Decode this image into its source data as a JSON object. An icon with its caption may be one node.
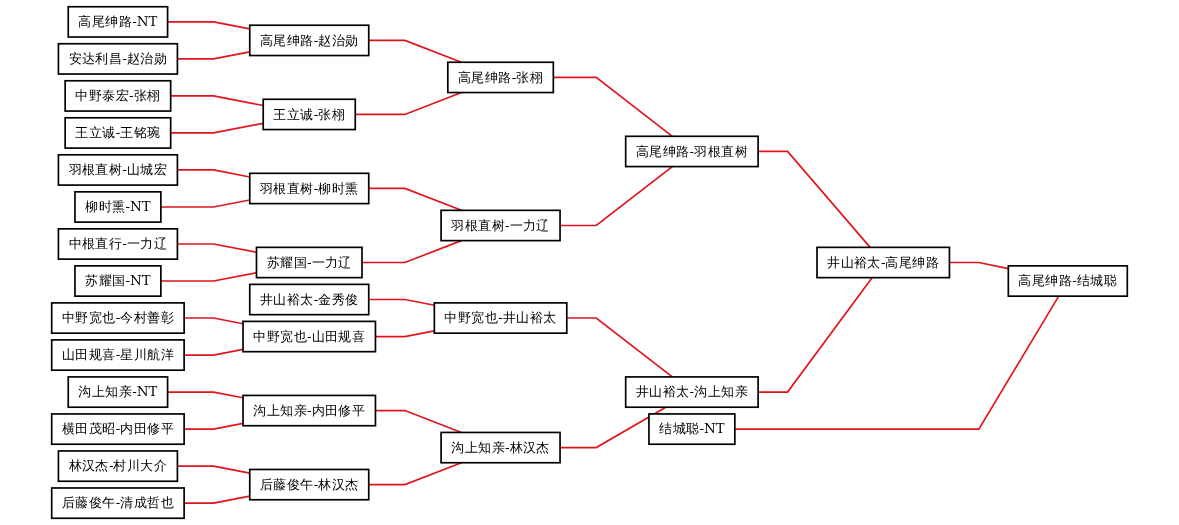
{
  "diagram": {
    "nodes": [
      {
        "text": [
          "高尾绅路-NT"
        ]
      },
      {
        "text": [
          "安达利昌-赵治勋"
        ]
      },
      {
        "text": [
          "中野泰宏-张栩"
        ]
      },
      {
        "text": [
          "王立诚-王铭琬"
        ]
      },
      {
        "text": [
          "羽根直树-山城宏"
        ]
      },
      {
        "text": [
          "柳时熏-NT"
        ]
      },
      {
        "text": [
          "中根直行-一力辽"
        ]
      },
      {
        "text": [
          "苏耀国-NT"
        ]
      },
      {
        "text": [
          "中野宽也-今村善彰"
        ]
      },
      {
        "text": [
          "山田规喜-星川航洋"
        ]
      },
      {
        "text": [
          "沟上知亲-NT"
        ]
      },
      {
        "text": [
          "横田茂昭-内田修平"
        ]
      },
      {
        "text": [
          "林汉杰-村川大介"
        ]
      },
      {
        "text": [
          "后藤俊午-清成哲也"
        ]
      },
      {
        "text": [
          "高尾绅路-赵治勋"
        ]
      },
      {
        "text": [
          "王立诚-张栩"
        ]
      },
      {
        "text": [
          "羽根直树-柳时熏"
        ]
      },
      {
        "text": [
          "苏耀国-一力辽"
        ]
      },
      {
        "text": [
          "井山裕太-金秀俊"
        ]
      },
      {
        "text": [
          "中野宽也-山田规喜"
        ]
      },
      {
        "text": [
          "沟上知亲-内田修平"
        ]
      },
      {
        "text": [
          "后藤俊午-林汉杰"
        ]
      },
      {
        "text": [
          "高尾绅路-张栩"
        ]
      },
      {
        "text": [
          "羽根直树-一力辽"
        ]
      },
      {
        "text": [
          "中野宽也-井山裕太"
        ]
      },
      {
        "text": [
          "沟上知亲-林汉杰"
        ]
      },
      {
        "text": [
          "高尾绅路-羽根直树"
        ]
      },
      {
        "text": [
          "井山裕太-沟上知亲"
        ]
      },
      {
        "text": [
          "井山裕太-高尾绅路"
        ]
      },
      {
        "text": [
          "结城聪-NT"
        ]
      },
      {
        "text": [
          "高尾绅路-结城聪"
        ]
      }
    ],
    "edges": [
      {
        "from": 0,
        "to": 14,
        "arrow": "none"
      },
      {
        "from": 1,
        "to": 14,
        "arrow": "none"
      },
      {
        "from": 2,
        "to": 15,
        "arrow": "none"
      },
      {
        "from": 3,
        "to": 15,
        "arrow": "none"
      },
      {
        "from": 4,
        "to": 16,
        "arrow": "none"
      },
      {
        "from": 5,
        "to": 16,
        "arrow": "none"
      },
      {
        "from": 6,
        "to": 17,
        "arrow": "none"
      },
      {
        "from": 7,
        "to": 17,
        "arrow": "none"
      },
      {
        "from": 8,
        "to": 19,
        "arrow": "none"
      },
      {
        "from": 9,
        "to": 19,
        "arrow": "none"
      },
      {
        "from": 10,
        "to": 20,
        "arrow": "none"
      },
      {
        "from": 11,
        "to": 20,
        "arrow": "none"
      },
      {
        "from": 12,
        "to": 21,
        "arrow": "none"
      },
      {
        "from": 13,
        "to": 21,
        "arrow": "none"
      },
      {
        "from": 14,
        "to": 22,
        "arrow": "none"
      },
      {
        "from": 15,
        "to": 22,
        "arrow": "none"
      },
      {
        "from": 16,
        "to": 23,
        "arrow": "none"
      },
      {
        "from": 17,
        "to": 23,
        "arrow": "none"
      },
      {
        "from": 18,
        "to": 24,
        "arrow": "none"
      },
      {
        "from": 19,
        "to": 24,
        "arrow": "none"
      },
      {
        "from": 20,
        "to": 25,
        "arrow": "none"
      },
      {
        "from": 21,
        "to": 25,
        "arrow": "none"
      },
      {
        "from": 22,
        "to": 26,
        "arrow": "none"
      },
      {
        "from": 23,
        "to": 26,
        "arrow": "none"
      },
      {
        "from": 24,
        "to": 27,
        "arrow": "none"
      },
      {
        "from": 25,
        "to": 27,
        "arrow": "none"
      },
      {
        "from": 26,
        "to": 28,
        "arrow": "none"
      },
      {
        "from": 27,
        "to": 28,
        "arrow": "none"
      },
      {
        "from": 28,
        "to": 30,
        "arrow": "none"
      },
      {
        "from": 29,
        "to": 30,
        "arrow": "none"
      }
    ]
  }
}
